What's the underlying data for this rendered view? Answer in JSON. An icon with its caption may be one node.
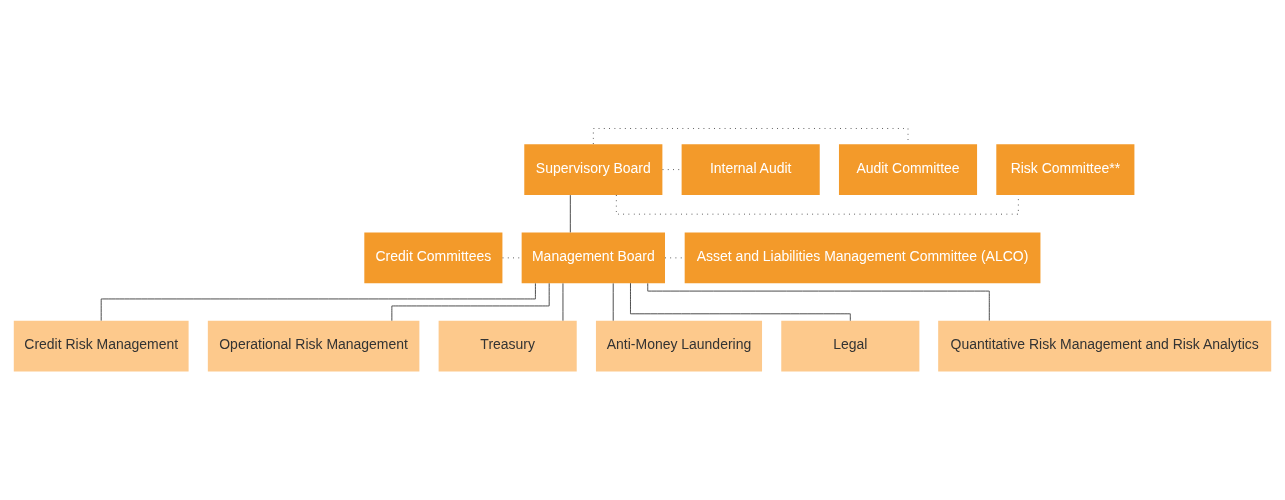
{
  "diagram": {
    "nodes": [
      {
        "text": [
          "Risk Committee**"
        ]
      },
      {
        "text": [
          "Audit Committee"
        ]
      },
      {
        "text": [
          "Supervisory Board"
        ]
      },
      {
        "text": [
          "Internal Audit"
        ]
      },
      {
        "text": [
          "Credit Committees"
        ]
      },
      {
        "text": [
          "Management Board"
        ]
      },
      {
        "text": [
          "Asset and Liabilities Management Committee (ALCO)"
        ]
      },
      {
        "text": [
          "Credit Risk Management"
        ]
      },
      {
        "text": [
          "Operational Risk Management"
        ]
      },
      {
        "text": [
          "Treasury"
        ]
      },
      {
        "text": [
          "Anti-Money Laundering"
        ]
      },
      {
        "text": [
          "Legal"
        ]
      },
      {
        "text": [
          "Quantitative Risk Management and Risk Analytics"
        ]
      }
    ],
    "edges": [
      {
        "from": 2,
        "to": 0,
        "arrow": "none",
        "style": "dashed"
      },
      {
        "from": 2,
        "to": 1,
        "arrow": "none",
        "style": "dashed"
      },
      {
        "from": 2,
        "to": 3,
        "arrow": "none",
        "style": "dashed"
      },
      {
        "from": 2,
        "to": 5,
        "arrow": "none"
      },
      {
        "from": 4,
        "to": 5,
        "arrow": "none",
        "style": "dashed"
      },
      {
        "from": 5,
        "to": 6,
        "arrow": "none",
        "style": "dashed"
      },
      {
        "from": 5,
        "to": 7,
        "arrow": "none"
      },
      {
        "from": 5,
        "to": 8,
        "arrow": "none"
      },
      {
        "from": 5,
        "to": 9,
        "arrow": "none"
      },
      {
        "from": 5,
        "to": 10,
        "arrow": "none"
      },
      {
        "from": 5,
        "to": 11,
        "arrow": "none"
      },
      {
        "from": 5,
        "to": 12,
        "arrow": "none"
      }
    ]
  }
}
